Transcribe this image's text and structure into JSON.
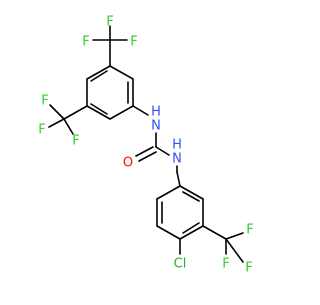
{
  "molecule": {
    "labels": {
      "f1": "F",
      "f2": "F",
      "f3": "F",
      "f4": "F",
      "f5": "F",
      "f6": "F",
      "n1": "H",
      "n1n": "N",
      "o": "O",
      "n2": "H",
      "n2n": "N",
      "cl": "Cl",
      "f7": "F",
      "f8": "F",
      "f9": "F"
    },
    "colors": {
      "bond": "#000000",
      "fluorine": "#33cc33",
      "nitrogen": "#3050f8",
      "oxygen": "#ff0d0d",
      "chlorine": "#1fb51f"
    }
  }
}
